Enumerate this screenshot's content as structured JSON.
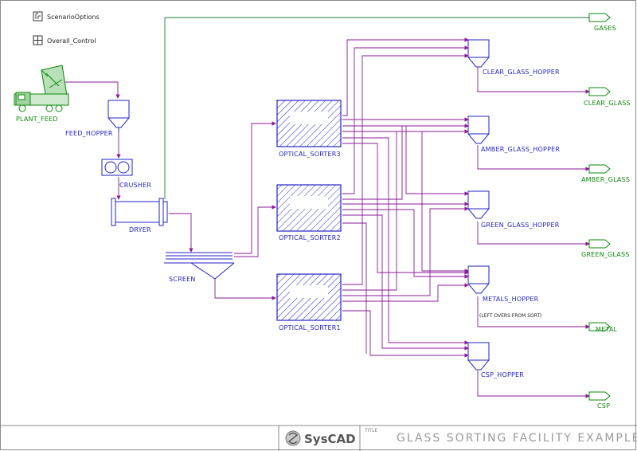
{
  "colors": {
    "stream": "#8b1a9a",
    "unit": "#2323c8",
    "product": "#0a8a0a",
    "gas_line": "#1a7a3a",
    "border": "#888888"
  },
  "controls": {
    "scenario_options": "ScenarioOptions",
    "overall_control": "Overall_Control"
  },
  "units": {
    "plant_feed": "PLANT_FEED",
    "feed_hopper": "FEED_HOPPER",
    "crusher": "CRUSHER",
    "dryer": "DRYER",
    "screen": "SCREEN",
    "sorter3": "OPTICAL_SORTER3",
    "sorter2": "OPTICAL_SORTER2",
    "sorter1": "OPTICAL_SORTER1",
    "clear_hopper": "CLEAR_GLASS_HOPPER",
    "amber_hopper": "AMBER_GLASS_HOPPER",
    "green_hopper": "GREEN_GLASS_HOPPER",
    "metals_hopper": "METALS_HOPPER",
    "csp_hopper": "CSP_HOPPER"
  },
  "notes": {
    "left_overs": "(LEFT OVERS FROM SORT)"
  },
  "products": {
    "gases": "GASES",
    "clear_glass": "CLEAR_GLASS",
    "amber_glass": "AMBER_GLASS",
    "green_glass": "GREEN_GLASS",
    "metal": "METAL",
    "csp": "CSP"
  },
  "title_block": {
    "logo": "SysCAD",
    "title_caption": "TITLE",
    "title": "GLASS SORTING FACILITY EXAMPLE"
  }
}
